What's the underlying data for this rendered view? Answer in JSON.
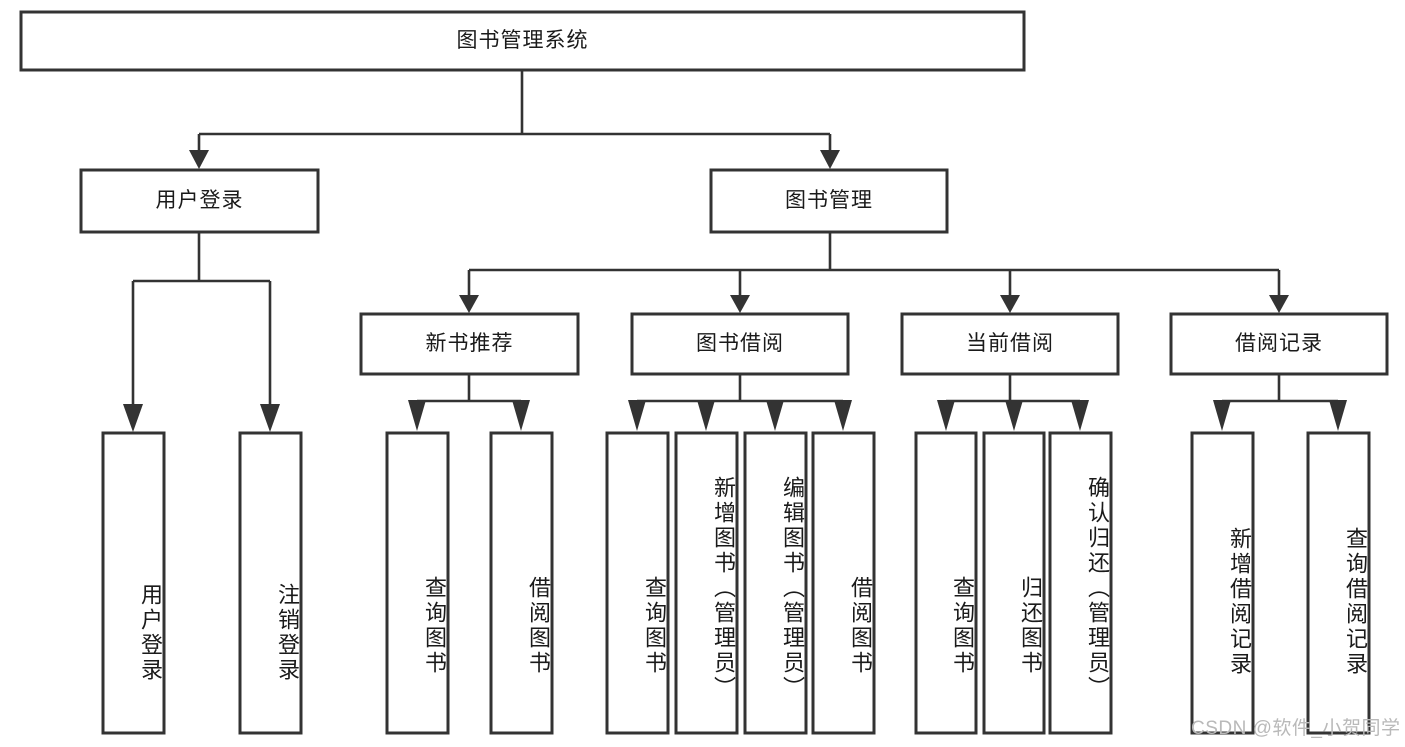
{
  "diagram": {
    "title": "图书管理系统",
    "type": "tree-hierarchy-diagram",
    "style": {
      "box_stroke": "#333333",
      "box_fill": "#ffffff",
      "connector_stroke": "#333333",
      "text_color": "#1a1a1a",
      "background": "#ffffff",
      "watermark_color": "#b9b9b9"
    },
    "nodes": {
      "root": {
        "label": "图书管理系统",
        "orientation": "horizontal"
      },
      "level2": [
        {
          "id": "user-login",
          "label": "用户登录",
          "orientation": "horizontal"
        },
        {
          "id": "book-manage",
          "label": "图书管理",
          "orientation": "horizontal"
        }
      ],
      "level3": [
        {
          "id": "new-book-recommend",
          "label": "新书推荐",
          "orientation": "horizontal"
        },
        {
          "id": "book-borrow",
          "label": "图书借阅",
          "orientation": "horizontal"
        },
        {
          "id": "current-borrow",
          "label": "当前借阅",
          "orientation": "horizontal"
        },
        {
          "id": "borrow-record",
          "label": "借阅记录",
          "orientation": "horizontal"
        }
      ],
      "leaves": [
        {
          "id": "leaf-user-login",
          "label": "用户登录",
          "parent": "user-login",
          "orientation": "vertical"
        },
        {
          "id": "leaf-user-logout",
          "label": "注销登录",
          "parent": "user-login",
          "orientation": "vertical"
        },
        {
          "id": "leaf-query-book-1",
          "label": "查询图书",
          "parent": "new-book-recommend",
          "orientation": "vertical"
        },
        {
          "id": "leaf-borrow-book-1",
          "label": "借阅图书",
          "parent": "new-book-recommend",
          "orientation": "vertical"
        },
        {
          "id": "leaf-query-book-2",
          "label": "查询图书",
          "parent": "book-borrow",
          "orientation": "vertical"
        },
        {
          "id": "leaf-add-book",
          "label": "新增图书（管理员）",
          "parent": "book-borrow",
          "orientation": "vertical"
        },
        {
          "id": "leaf-edit-book",
          "label": "编辑图书（管理员）",
          "parent": "book-borrow",
          "orientation": "vertical"
        },
        {
          "id": "leaf-borrow-book-2",
          "label": "借阅图书",
          "parent": "book-borrow",
          "orientation": "vertical"
        },
        {
          "id": "leaf-query-book-3",
          "label": "查询图书",
          "parent": "current-borrow",
          "orientation": "vertical"
        },
        {
          "id": "leaf-return-book",
          "label": "归还图书",
          "parent": "current-borrow",
          "orientation": "vertical"
        },
        {
          "id": "leaf-confirm-return",
          "label": "确认归还（管理员）",
          "parent": "current-borrow",
          "orientation": "vertical"
        },
        {
          "id": "leaf-add-record",
          "label": "新增借阅记录",
          "parent": "borrow-record",
          "orientation": "vertical"
        },
        {
          "id": "leaf-query-record",
          "label": "查询借阅记录",
          "parent": "borrow-record",
          "orientation": "vertical"
        }
      ]
    },
    "watermark": "CSDN @软件_小贺同学"
  }
}
